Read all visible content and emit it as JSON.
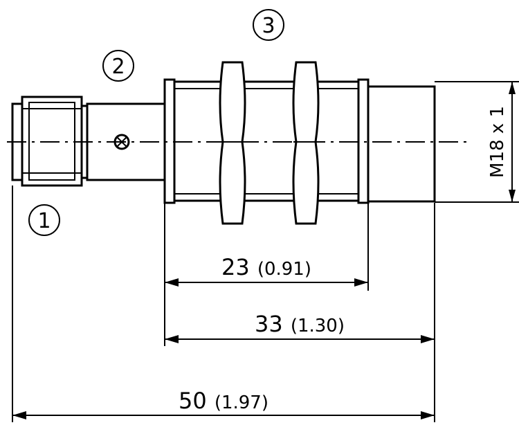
{
  "callouts": {
    "connector": "1",
    "led": "2",
    "nuts": "3"
  },
  "dimensions": {
    "d23": {
      "main": "23",
      "alt": "(0.91)"
    },
    "d33": {
      "main": "33",
      "alt": "(1.30)"
    },
    "d50": {
      "main": "50",
      "alt": "(1.97)"
    },
    "thread": "M18 x 1"
  }
}
